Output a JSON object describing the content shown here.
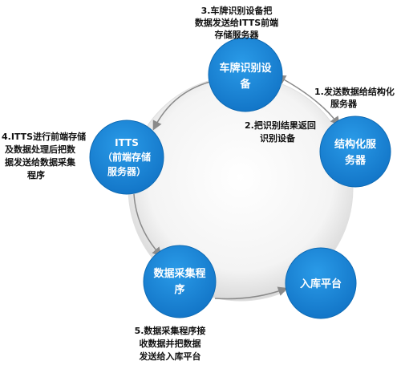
{
  "colors": {
    "node_fill": "#1787d8",
    "node_edge": "#0d6ab4",
    "arrow": "#8a8a8a"
  },
  "nodes": {
    "plate_device": [
      "车牌识别设",
      "备"
    ],
    "structuring_server": [
      "结构化服",
      "务器"
    ],
    "itts": [
      "ITTS",
      "（前端存储",
      "服务器）"
    ],
    "data_collector": [
      "数据采集程",
      "序"
    ],
    "storage_platform": [
      "入库平台"
    ]
  },
  "steps": {
    "step1": [
      "1.发送数据给结构化",
      "服务器"
    ],
    "step2": [
      "2.把识别结果返回",
      "识别设备"
    ],
    "step3": [
      "3.车牌识别设备把",
      "数据发送给ITTS前端",
      "存储服务器"
    ],
    "step4": [
      "4.ITTS进行前端存储",
      "及数据处理后把数",
      "据发送给数据采集",
      "程序"
    ],
    "step5": [
      "5.数据采集程序接",
      "收数据并把数据",
      "发送给入库平台"
    ]
  }
}
